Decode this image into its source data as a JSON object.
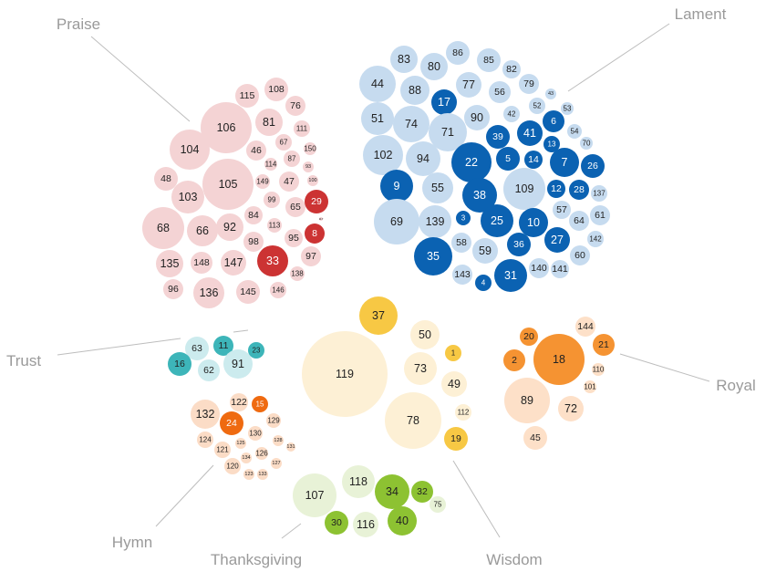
{
  "chart_data": {
    "type": "bubble-cluster",
    "groups": [
      {
        "name": "Praise",
        "colors": {
          "light": "#f4d3d4",
          "strong": "#cc3333"
        },
        "items": [
          {
            "label": "115",
            "value": 2,
            "strong": false
          },
          {
            "label": "108",
            "value": 2,
            "strong": false
          },
          {
            "label": "76",
            "value": 2,
            "strong": false
          },
          {
            "label": "106",
            "value": 9,
            "strong": false
          },
          {
            "label": "81",
            "value": 3,
            "strong": false
          },
          {
            "label": "111",
            "value": 1,
            "strong": false
          },
          {
            "label": "104",
            "value": 6,
            "strong": false
          },
          {
            "label": "46",
            "value": 2,
            "strong": false
          },
          {
            "label": "67",
            "value": 1,
            "strong": false
          },
          {
            "label": "150",
            "value": 0.5,
            "strong": false
          },
          {
            "label": "114",
            "value": 0.5,
            "strong": false
          },
          {
            "label": "87",
            "value": 1,
            "strong": false
          },
          {
            "label": "93",
            "value": 0.5,
            "strong": false
          },
          {
            "label": "48",
            "value": 2,
            "strong": false
          },
          {
            "label": "105",
            "value": 9,
            "strong": false
          },
          {
            "label": "149",
            "value": 0.5,
            "strong": false
          },
          {
            "label": "47",
            "value": 2,
            "strong": false
          },
          {
            "label": "100",
            "value": 0.5,
            "strong": false
          },
          {
            "label": "103",
            "value": 4,
            "strong": false
          },
          {
            "label": "99",
            "value": 1,
            "strong": false
          },
          {
            "label": "65",
            "value": 2,
            "strong": false
          },
          {
            "label": "29",
            "value": 3,
            "strong": true
          },
          {
            "label": "84",
            "value": 2,
            "strong": false
          },
          {
            "label": "113",
            "value": 1,
            "strong": false
          },
          {
            "label": "68",
            "value": 7,
            "strong": false
          },
          {
            "label": "66",
            "value": 4,
            "strong": false
          },
          {
            "label": "92",
            "value": 3,
            "strong": false
          },
          {
            "label": "98",
            "value": 2,
            "strong": false
          },
          {
            "label": "95",
            "value": 2,
            "strong": false
          },
          {
            "label": "8",
            "value": 2,
            "strong": true
          },
          {
            "label": "117",
            "value": 0.2,
            "strong": false
          },
          {
            "label": "97",
            "value": 2,
            "strong": false
          },
          {
            "label": "33",
            "value": 5,
            "strong": true
          },
          {
            "label": "135",
            "value": 3,
            "strong": false
          },
          {
            "label": "148",
            "value": 2,
            "strong": false
          },
          {
            "label": "147",
            "value": 3,
            "strong": false
          },
          {
            "label": "138",
            "value": 1,
            "strong": false
          },
          {
            "label": "96",
            "value": 2,
            "strong": false
          },
          {
            "label": "136",
            "value": 4,
            "strong": false
          },
          {
            "label": "145",
            "value": 3,
            "strong": false
          },
          {
            "label": "146",
            "value": 1,
            "strong": false
          }
        ]
      },
      {
        "name": "Lament",
        "colors": {
          "light": "#c6dbef",
          "strong": "#0b62b2"
        },
        "items": [
          {
            "label": "86",
            "value": 2,
            "strong": false
          },
          {
            "label": "83",
            "value": 3,
            "strong": false
          },
          {
            "label": "80",
            "value": 3,
            "strong": false
          },
          {
            "label": "85",
            "value": 2,
            "strong": false
          },
          {
            "label": "82",
            "value": 1,
            "strong": false
          },
          {
            "label": "44",
            "value": 4,
            "strong": false
          },
          {
            "label": "88",
            "value": 3,
            "strong": false
          },
          {
            "label": "77",
            "value": 3,
            "strong": false
          },
          {
            "label": "56",
            "value": 2,
            "strong": false
          },
          {
            "label": "79",
            "value": 2,
            "strong": false
          },
          {
            "label": "43",
            "value": 0.5,
            "strong": false
          },
          {
            "label": "17",
            "value": 2,
            "strong": true
          },
          {
            "label": "52",
            "value": 1,
            "strong": false
          },
          {
            "label": "53",
            "value": 1,
            "strong": false
          },
          {
            "label": "51",
            "value": 3,
            "strong": false
          },
          {
            "label": "74",
            "value": 4,
            "strong": false
          },
          {
            "label": "71",
            "value": 4,
            "strong": false
          },
          {
            "label": "90",
            "value": 3,
            "strong": false
          },
          {
            "label": "42",
            "value": 1,
            "strong": false
          },
          {
            "label": "6",
            "value": 2,
            "strong": true
          },
          {
            "label": "39",
            "value": 2,
            "strong": true
          },
          {
            "label": "41",
            "value": 2,
            "strong": true
          },
          {
            "label": "54",
            "value": 1,
            "strong": false
          },
          {
            "label": "13",
            "value": 1,
            "strong": true
          },
          {
            "label": "70",
            "value": 1,
            "strong": false
          },
          {
            "label": "102",
            "value": 5,
            "strong": false
          },
          {
            "label": "94",
            "value": 4,
            "strong": false
          },
          {
            "label": "22",
            "value": 6,
            "strong": true
          },
          {
            "label": "5",
            "value": 2,
            "strong": true
          },
          {
            "label": "14",
            "value": 1,
            "strong": true
          },
          {
            "label": "7",
            "value": 3,
            "strong": true
          },
          {
            "label": "26",
            "value": 2,
            "strong": true
          },
          {
            "label": "9",
            "value": 4,
            "strong": true
          },
          {
            "label": "55",
            "value": 3,
            "strong": false
          },
          {
            "label": "38",
            "value": 4,
            "strong": true
          },
          {
            "label": "109",
            "value": 6,
            "strong": false
          },
          {
            "label": "12",
            "value": 1,
            "strong": true
          },
          {
            "label": "28",
            "value": 2,
            "strong": true
          },
          {
            "label": "137",
            "value": 1,
            "strong": false
          },
          {
            "label": "69",
            "value": 7,
            "strong": false
          },
          {
            "label": "139",
            "value": 4,
            "strong": false
          },
          {
            "label": "3",
            "value": 1,
            "strong": true
          },
          {
            "label": "25",
            "value": 4,
            "strong": true
          },
          {
            "label": "10",
            "value": 3,
            "strong": true
          },
          {
            "label": "57",
            "value": 2,
            "strong": false
          },
          {
            "label": "64",
            "value": 1,
            "strong": false
          },
          {
            "label": "61",
            "value": 1,
            "strong": false
          },
          {
            "label": "58",
            "value": 2,
            "strong": false
          },
          {
            "label": "36",
            "value": 2,
            "strong": true
          },
          {
            "label": "27",
            "value": 2,
            "strong": true
          },
          {
            "label": "142",
            "value": 0.5,
            "strong": false
          },
          {
            "label": "35",
            "value": 5,
            "strong": true
          },
          {
            "label": "59",
            "value": 2,
            "strong": false
          },
          {
            "label": "60",
            "value": 1,
            "strong": false
          },
          {
            "label": "140",
            "value": 1,
            "strong": false
          },
          {
            "label": "141",
            "value": 1,
            "strong": false
          },
          {
            "label": "143",
            "value": 1,
            "strong": false
          },
          {
            "label": "4",
            "value": 1,
            "strong": true
          },
          {
            "label": "31",
            "value": 4,
            "strong": true
          }
        ]
      },
      {
        "name": "Trust",
        "colors": {
          "light": "#ccebee",
          "strong": "#3db5b9"
        },
        "items": [
          {
            "label": "63",
            "value": 2,
            "strong": false
          },
          {
            "label": "11",
            "value": 1,
            "strong": true
          },
          {
            "label": "23",
            "value": 1,
            "strong": true
          },
          {
            "label": "16",
            "value": 2,
            "strong": true
          },
          {
            "label": "62",
            "value": 2,
            "strong": false
          },
          {
            "label": "91",
            "value": 4,
            "strong": false
          }
        ]
      },
      {
        "name": "Hymn",
        "colors": {
          "light": "#fbdcc6",
          "strong": "#ef6a10"
        },
        "items": [
          {
            "label": "122",
            "value": 1,
            "strong": false
          },
          {
            "label": "15",
            "value": 1,
            "strong": true
          },
          {
            "label": "132",
            "value": 3,
            "strong": false
          },
          {
            "label": "24",
            "value": 3,
            "strong": true
          },
          {
            "label": "129",
            "value": 1,
            "strong": false
          },
          {
            "label": "130",
            "value": 1,
            "strong": false
          },
          {
            "label": "124",
            "value": 1,
            "strong": false
          },
          {
            "label": "125",
            "value": 0.5,
            "strong": false
          },
          {
            "label": "128",
            "value": 0.5,
            "strong": false
          },
          {
            "label": "121",
            "value": 1,
            "strong": false
          },
          {
            "label": "134",
            "value": 0.5,
            "strong": false
          },
          {
            "label": "126",
            "value": 0.5,
            "strong": false
          },
          {
            "label": "131",
            "value": 0.5,
            "strong": false
          },
          {
            "label": "120",
            "value": 1,
            "strong": false
          },
          {
            "label": "127",
            "value": 0.5,
            "strong": false
          },
          {
            "label": "123",
            "value": 0.5,
            "strong": false
          },
          {
            "label": "133",
            "value": 0.5,
            "strong": false
          }
        ]
      },
      {
        "name": "Wisdom",
        "colors": {
          "light": "#fdf0d5",
          "strong": "#f7c844"
        },
        "items": [
          {
            "label": "37",
            "value": 3,
            "strong": true
          },
          {
            "label": "50",
            "value": 2,
            "strong": false
          },
          {
            "label": "1",
            "value": 1,
            "strong": true
          },
          {
            "label": "119",
            "value": 22,
            "strong": false
          },
          {
            "label": "73",
            "value": 3,
            "strong": false
          },
          {
            "label": "49",
            "value": 2,
            "strong": false
          },
          {
            "label": "78",
            "value": 9,
            "strong": false
          },
          {
            "label": "112",
            "value": 1,
            "strong": false
          },
          {
            "label": "19",
            "value": 2,
            "strong": true
          }
        ]
      },
      {
        "name": "Royal",
        "colors": {
          "light": "#fde0c8",
          "strong": "#f59332"
        },
        "items": [
          {
            "label": "144",
            "value": 1,
            "strong": false
          },
          {
            "label": "20",
            "value": 1,
            "strong": true
          },
          {
            "label": "21",
            "value": 1,
            "strong": true
          },
          {
            "label": "2",
            "value": 2,
            "strong": true
          },
          {
            "label": "18",
            "value": 7,
            "strong": true
          },
          {
            "label": "110",
            "value": 0.5,
            "strong": false
          },
          {
            "label": "101",
            "value": 0.5,
            "strong": false
          },
          {
            "label": "89",
            "value": 7,
            "strong": false
          },
          {
            "label": "72",
            "value": 3,
            "strong": false
          },
          {
            "label": "45",
            "value": 2,
            "strong": false
          }
        ]
      },
      {
        "name": "Thanksgiving",
        "colors": {
          "light": "#e8f2d7",
          "strong": "#8dc232"
        },
        "items": [
          {
            "label": "118",
            "value": 3,
            "strong": false
          },
          {
            "label": "34",
            "value": 3,
            "strong": true
          },
          {
            "label": "32",
            "value": 2,
            "strong": true
          },
          {
            "label": "107",
            "value": 5,
            "strong": false
          },
          {
            "label": "75",
            "value": 1,
            "strong": false
          },
          {
            "label": "30",
            "value": 2,
            "strong": true
          },
          {
            "label": "116",
            "value": 2,
            "strong": false
          },
          {
            "label": "40",
            "value": 2,
            "strong": true
          }
        ]
      }
    ]
  }
}
